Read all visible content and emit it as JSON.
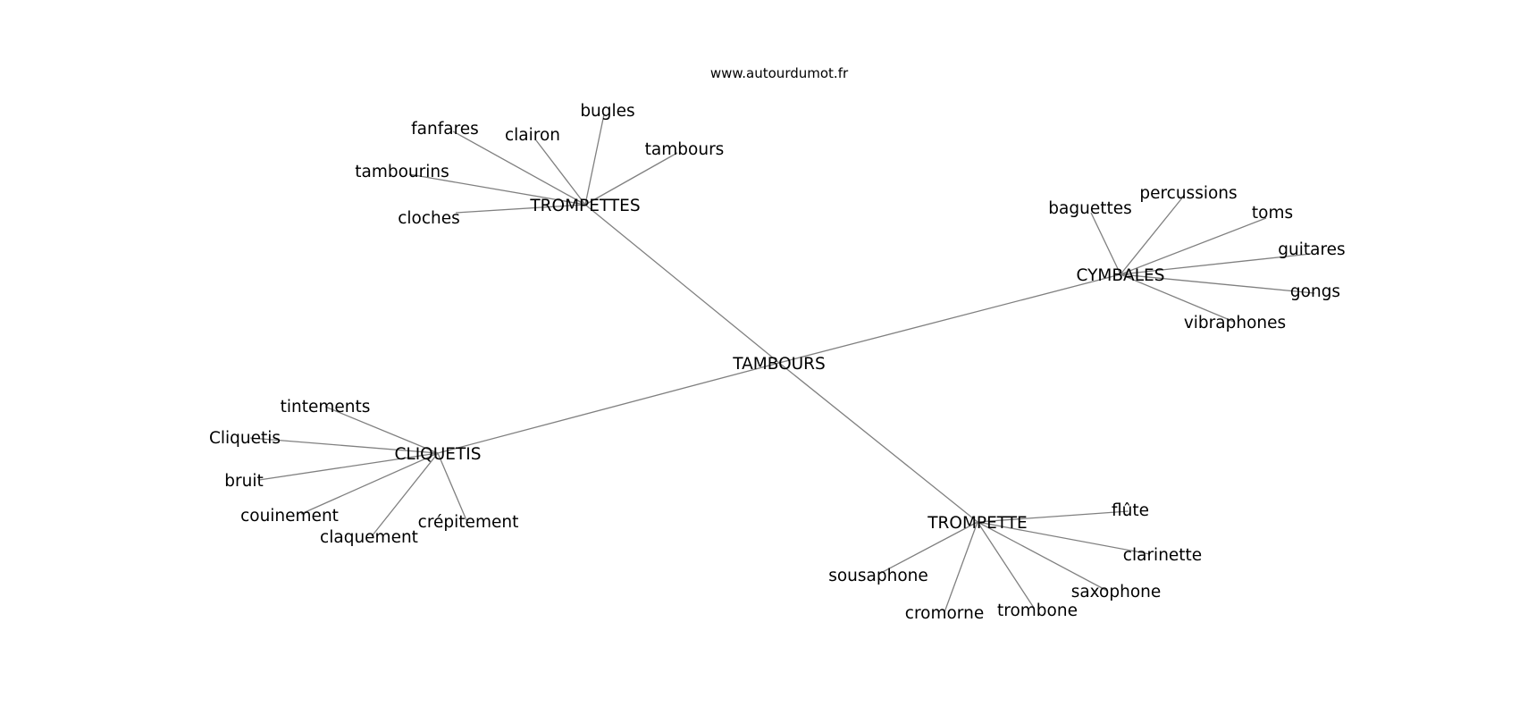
{
  "source": "www.autourdumot.fr",
  "colors": {
    "background": "#ffffff",
    "edge": "#808080",
    "text": "#000000"
  },
  "diagram": {
    "root": "TAMBOURS",
    "branches": [
      {
        "label": "TROMPETTES",
        "children": [
          "bugles",
          "clairon",
          "fanfares",
          "tambours",
          "tambourins",
          "cloches"
        ]
      },
      {
        "label": "CYMBALES",
        "children": [
          "percussions",
          "baguettes",
          "toms",
          "guitares",
          "gongs",
          "vibraphones"
        ]
      },
      {
        "label": "CLIQUETIS",
        "children": [
          "tintements",
          "Cliquetis",
          "bruit",
          "couinement",
          "claquement",
          "crépitement"
        ]
      },
      {
        "label": "TROMPETTE",
        "children": [
          "flûte",
          "clarinette",
          "saxophone",
          "trombone",
          "cromorne",
          "sousaphone"
        ]
      }
    ]
  }
}
